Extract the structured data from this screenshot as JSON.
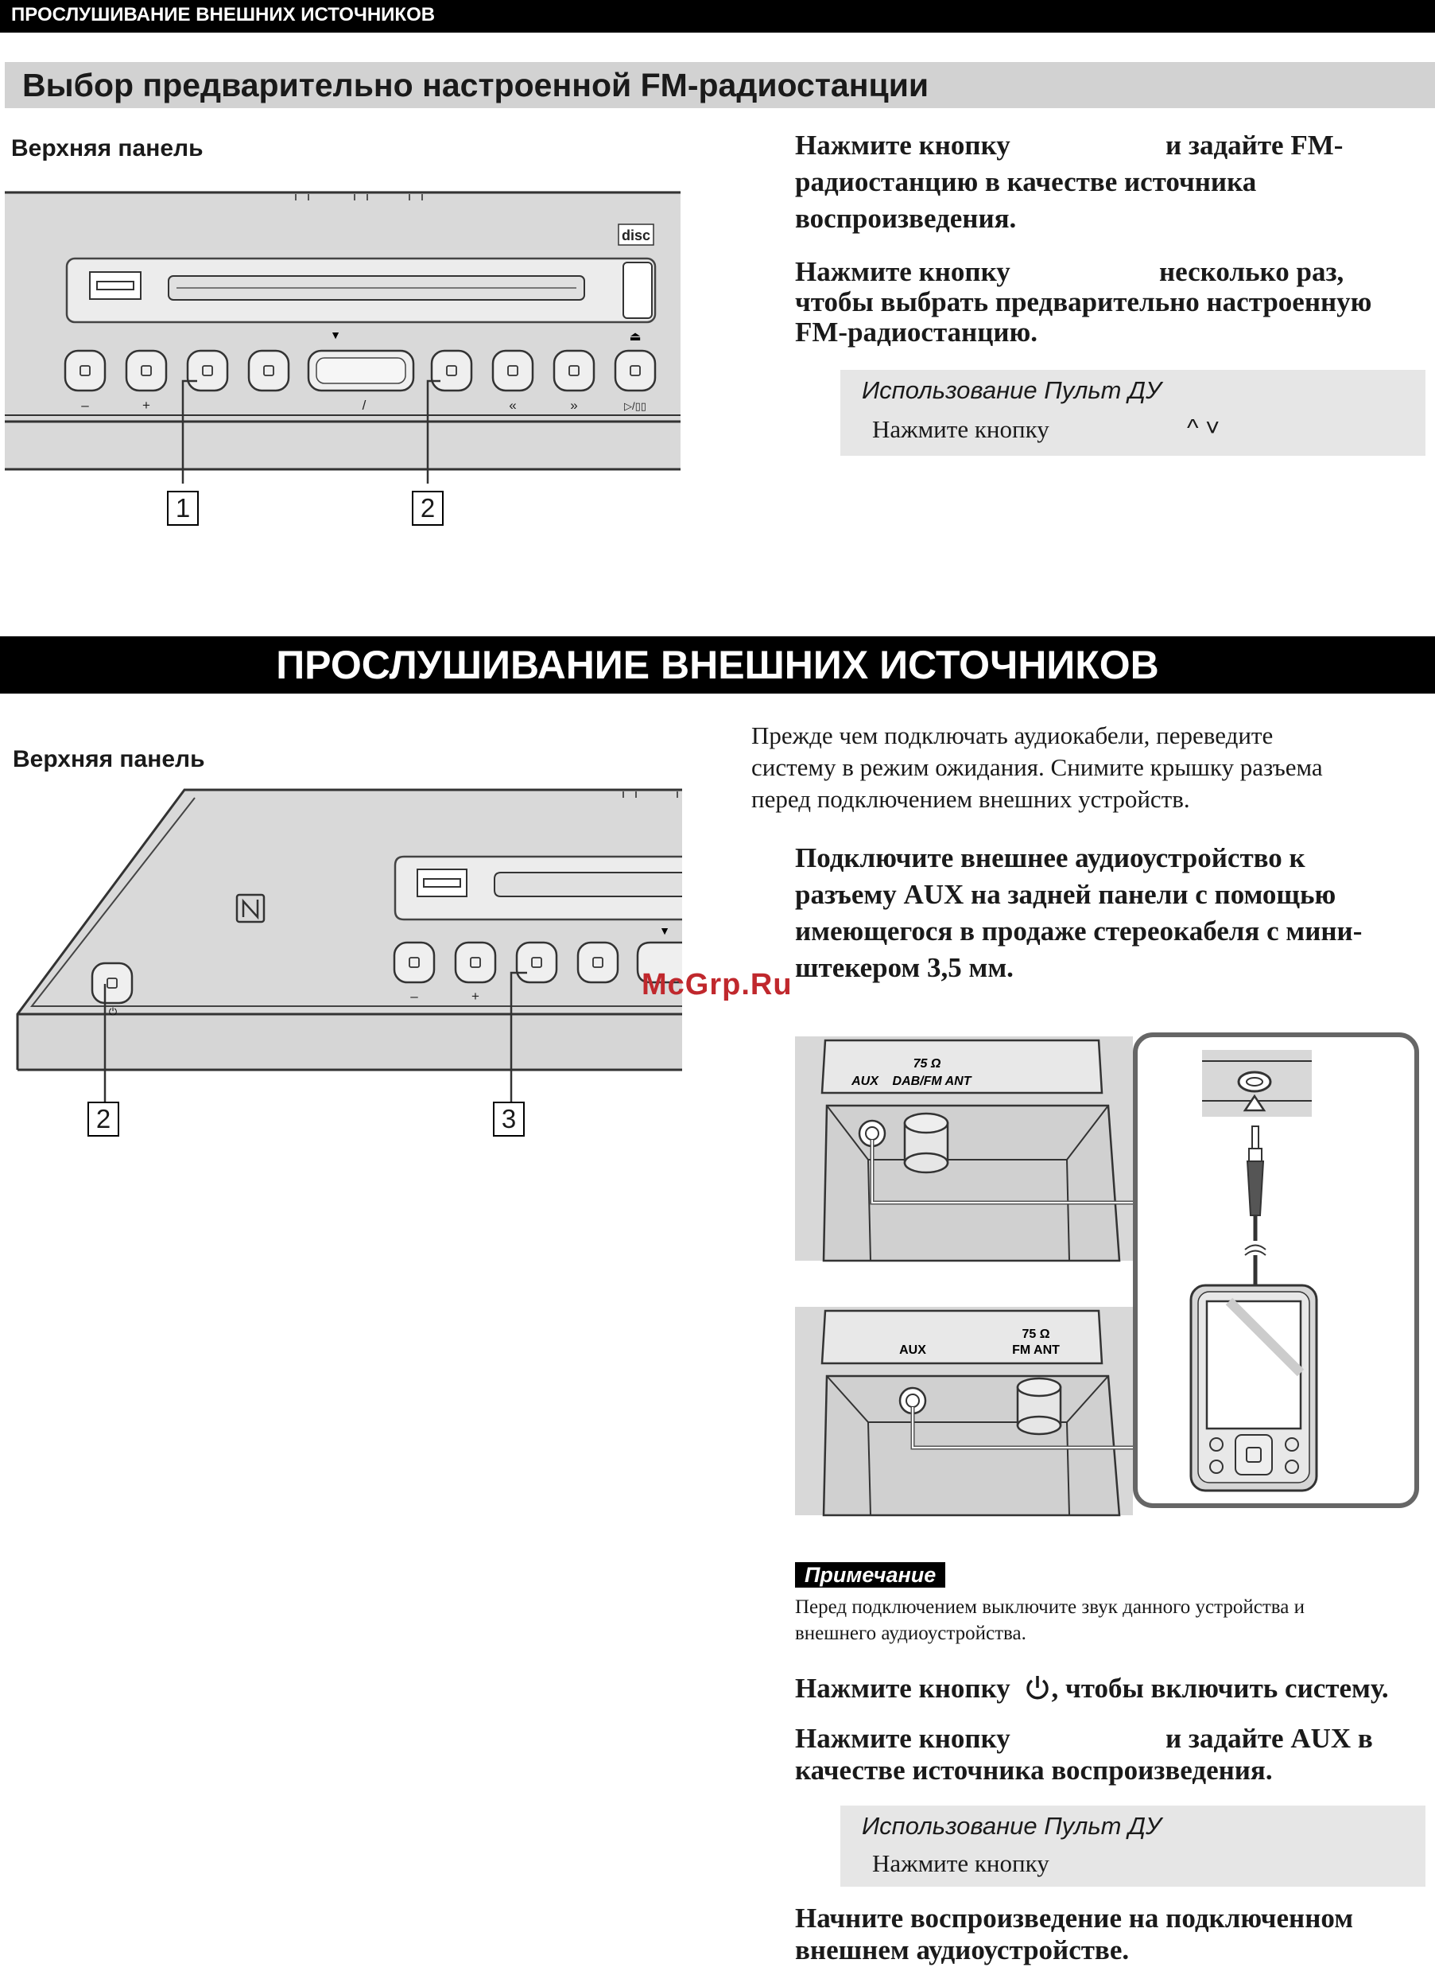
{
  "header": {
    "section_tag": "ПРОСЛУШИВАНИЕ ВНЕШНИХ ИСТОЧНИКОВ"
  },
  "fm_section": {
    "title": "Выбор предварительно настроенной FM-радиостанции",
    "panel_label": "Верхняя панель",
    "callouts": [
      "1",
      "2"
    ],
    "step1_lines": [
      "Нажмите кнопку",
      "и задайте FM-",
      "радиостанцию в качестве источника",
      "воспроизведения."
    ],
    "step2_lines": [
      "Нажмите кнопку",
      "несколько раз,",
      "чтобы выбрать предварительно настроенную",
      "FM-радиостанцию."
    ],
    "remote": {
      "title": "Использование Пульт ДУ",
      "text": "Нажмите кнопку",
      "arrows": "^ ˅"
    }
  },
  "device_panel": {
    "button_symbols": [
      "–",
      "+",
      "/",
      "«",
      "»",
      "▷/▯▯"
    ],
    "disc_logo": "disc"
  },
  "external_section": {
    "banner": "ПРОСЛУШИВАНИЕ ВНЕШНИХ ИСТОЧНИКОВ",
    "panel_label": "Верхняя панель",
    "callouts": [
      "2",
      "3"
    ],
    "intro_lines": [
      "Прежде чем подключать аудиокабели, переведите",
      "систему в режим ожидания. Снимите крышку разъема",
      "перед подключением внешних устройств."
    ],
    "step1_lines": [
      "Подключите внешнее аудиоустройство к",
      "разъему AUX на задней панели с помощью",
      "имеющегося в продаже стереокабеля с мини-",
      "штекером 3,5 мм."
    ],
    "rear_panel_dab": {
      "ohm": "75 Ω",
      "aux": "AUX",
      "ant": "DAB/FM ANT"
    },
    "rear_panel_fm": {
      "ohm": "75 Ω",
      "aux": "AUX",
      "ant": "FM ANT"
    },
    "note_badge": "Примечание",
    "note_lines": [
      "Перед подключением выключите звук данного устройства и",
      "внешнего аудиоустройства."
    ],
    "step2_before": "Нажмите кнопку",
    "step2_after": ", чтобы включить систему.",
    "step3_lines": [
      "Нажмите кнопку",
      "и задайте AUX в",
      "качестве источника воспроизведения."
    ],
    "remote": {
      "title": "Использование Пульт ДУ",
      "text": "Нажмите кнопку"
    },
    "step4_lines": [
      "Начните воспроизведение на подключенном",
      "внешнем аудиоустройстве."
    ]
  },
  "watermark": "McGrp.Ru"
}
